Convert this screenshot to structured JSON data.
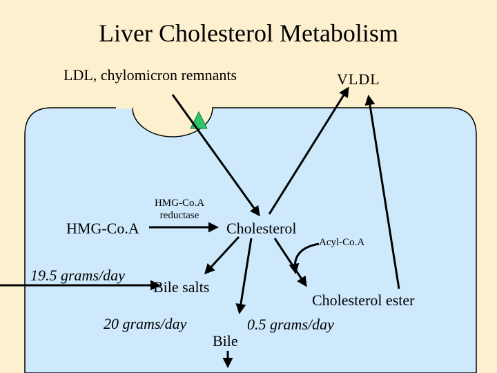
{
  "title": "Liver Cholesterol Metabolism",
  "labels": {
    "ldl_remnants": "LDL, chylomicron remnants",
    "vldl": "VLDL",
    "hmg_coa": "HMG-Co.A",
    "hmg_coa_reductase": "HMG-Co.A reductase",
    "cholesterol": "Cholesterol",
    "acyl_coa": "Acyl-Co.A",
    "bile_salts": "Bile salts",
    "cholesterol_ester": "Cholesterol ester",
    "bile": "Bile"
  },
  "rates": {
    "hmg_coa_input": "19.5 grams/day",
    "bile_salts_output": "20 grams/day",
    "bile_output": "0.5 grams/day"
  },
  "colors": {
    "background": "#fdf0cf",
    "cell": "#cde9fb",
    "receptor": "#2ec46e",
    "arrow": "#000000"
  }
}
